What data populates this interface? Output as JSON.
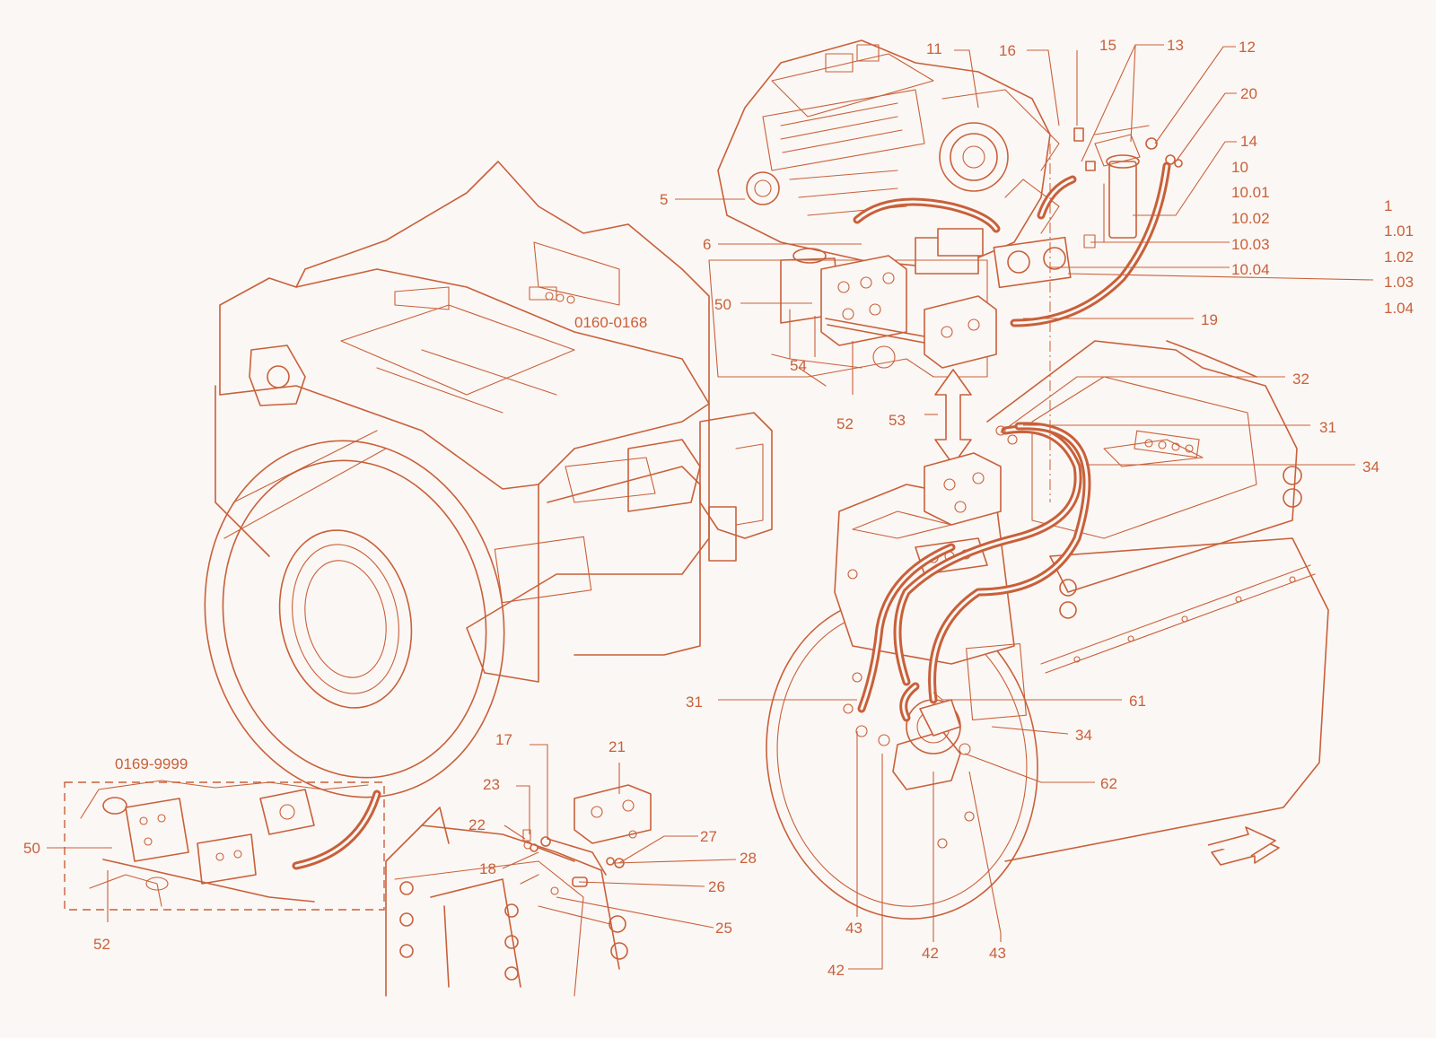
{
  "diagram": {
    "ink_color": "#c8603a",
    "background_color": "#fbf7f4",
    "callouts": {
      "c5": "5",
      "c6": "6",
      "c11": "11",
      "c16": "16",
      "c15": "15",
      "c13": "13",
      "c12": "12",
      "c20": "20",
      "c14": "14",
      "c10": "10",
      "c10_01": "10.01",
      "c10_02": "10.02",
      "c10_03": "10.03",
      "c10_04": "10.04",
      "c1": "1",
      "c1_01": "1.01",
      "c1_02": "1.02",
      "c1_03": "1.03",
      "c1_04": "1.04",
      "c19": "19",
      "c50": "50",
      "c54": "54",
      "c52": "52",
      "c53": "53",
      "c32": "32",
      "c31": "31",
      "c34": "34",
      "c31b": "31",
      "c61": "61",
      "c34b": "34",
      "c62": "62",
      "c43": "43",
      "c42": "42",
      "c42b": "42",
      "c43b": "43",
      "c17": "17",
      "c21": "21",
      "c23": "23",
      "c22": "22",
      "c18": "18",
      "c27": "27",
      "c28": "28",
      "c26": "26",
      "c25": "25",
      "c50b": "50",
      "c52b": "52"
    },
    "serial_ranges": {
      "upper": "0160-0168",
      "lower": "0169-9999"
    }
  }
}
